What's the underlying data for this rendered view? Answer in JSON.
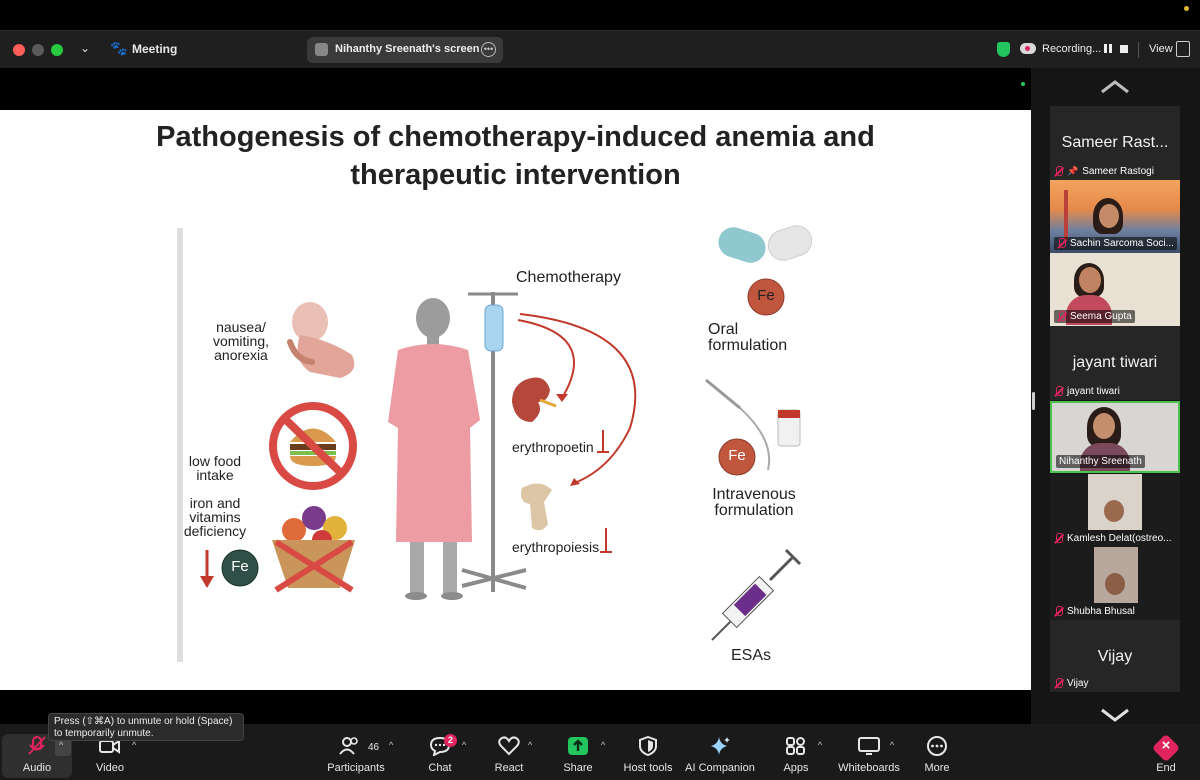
{
  "titlebar": {
    "meeting_label": "Meeting",
    "screen_label": "Nihanthy Sreenath's screen",
    "recording_label": "Recording...",
    "view_label": "View"
  },
  "slide": {
    "title_line1": "Pathogenesis of chemotherapy-induced anemia and",
    "title_line2": "therapeutic intervention",
    "labels": {
      "chemotherapy": "Chemotherapy",
      "nausea_1": "nausea/",
      "nausea_2": "vomiting,",
      "nausea_3": "anorexia",
      "low_food_1": "low food",
      "low_food_2": "intake",
      "iron_1": "iron and",
      "iron_2": "vitamins",
      "iron_3": "deficiency",
      "fe": "Fe",
      "erythropoetin": "erythropoetin",
      "erythropoiesis": "erythropoiesis",
      "oral_1": "Oral",
      "oral_2": "formulation",
      "iv_1": "Intravenous",
      "iv_2": "formulation",
      "esas": "ESAs"
    }
  },
  "participants_panel": [
    {
      "type": "name-only",
      "big_name": "Sameer Rast...",
      "name": "Sameer Rastogi",
      "muted": true,
      "pinned": true
    },
    {
      "type": "video",
      "name": "Sachin Sarcoma Soci...",
      "muted": true
    },
    {
      "type": "video",
      "name": "Seema Gupta",
      "muted": true
    },
    {
      "type": "name-only",
      "big_name": "jayant tiwari",
      "name": "jayant tiwari",
      "muted": true
    },
    {
      "type": "video",
      "name": "Nihanthy Sreenath",
      "muted": false,
      "active_speaker": true
    },
    {
      "type": "video",
      "name": "Kamlesh Delat(ostreo...",
      "muted": true
    },
    {
      "type": "video",
      "name": "Shubha Bhusal",
      "muted": true
    },
    {
      "type": "name-only",
      "big_name": "Vijay",
      "name": "Vijay",
      "muted": true
    }
  ],
  "toolbar": {
    "tooltip": "Press (⇧⌘A) to unmute or hold (Space) to temporarily unmute.",
    "audio": "Audio",
    "video": "Video",
    "participants": "Participants",
    "participants_count": "46",
    "chat": "Chat",
    "chat_badge": "2",
    "react": "React",
    "share": "Share",
    "host_tools": "Host tools",
    "ai_companion": "AI Companion",
    "apps": "Apps",
    "whiteboards": "Whiteboards",
    "more": "More",
    "end": "End"
  },
  "colors": {
    "accent_green": "#22c55e",
    "mute_red": "#e0245e",
    "active_border": "#4cc24c",
    "arrow_red": "#c0392b"
  }
}
